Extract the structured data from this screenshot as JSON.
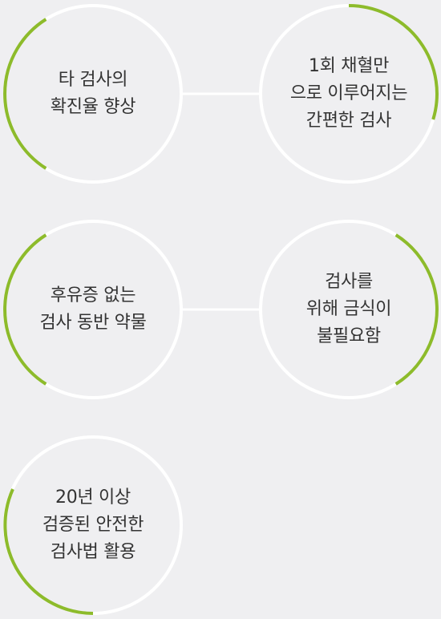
{
  "colors": {
    "background": "#efeff1",
    "ring": "#ffffff",
    "accent": "#8dbb2b",
    "text": "#333333"
  },
  "nodes": [
    {
      "lines": [
        "타 검사의",
        "확진율 향상"
      ]
    },
    {
      "lines": [
        "1회 채혈만",
        "으로 이루어지는",
        "간편한 검사"
      ]
    },
    {
      "lines": [
        "후유증 없는",
        "검사 동반 약물"
      ]
    },
    {
      "lines": [
        "검사를",
        "위해 금식이",
        "불필요함"
      ]
    },
    {
      "lines": [
        "20년 이상",
        "검증된 안전한",
        "검사법 활용"
      ]
    }
  ]
}
